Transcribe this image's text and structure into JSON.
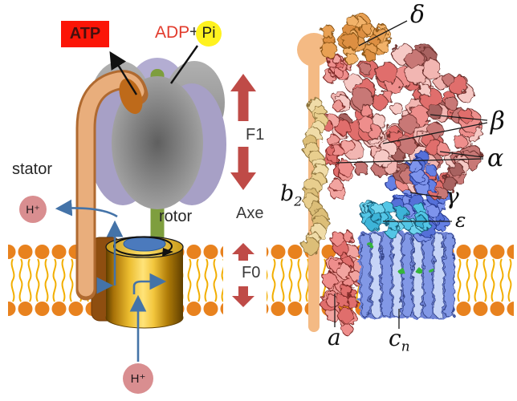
{
  "left_panel": {
    "atp_label": "ATP",
    "adp_label": "ADP",
    "plus_label": "+",
    "pi_label": "Pi",
    "stator_label": "stator",
    "rotor_label": "rotor",
    "proton_top": "H⁺",
    "proton_bottom": "H⁺"
  },
  "middle": {
    "f1_label": "F1",
    "axe_label": "Axe",
    "f0_label": "F0"
  },
  "right_panel": {
    "delta_label": "δ",
    "beta_label": "β",
    "alpha_label": "α",
    "gamma_label": "γ",
    "epsilon_label": "ε",
    "b_base": "b",
    "b_sub": "2",
    "a_label": "a",
    "c_base": "c",
    "c_sub": "n"
  },
  "colors": {
    "atp_box": "#FB1507",
    "atp_text": "#47100E",
    "adp_text": "#E23B2C",
    "pi_circle": "#FFF21F",
    "double_arrow_red": "#BF4B47",
    "proton_badge": "#D98E90",
    "proton_arrow_blue": "#4473A8",
    "membrane_head": "#E8821E",
    "membrane_tail": "#F2AE00",
    "stator_tan": "#E9AE7C",
    "stator_dark": "#BE6A1A",
    "stalk_green": "#7E9E3E",
    "petal_purple": "#A7A0C6",
    "rotor_top_blue": "#4B7ABD",
    "mol_salmon": "#EE8E8C",
    "mol_pink": "#F2B6B2",
    "mol_darkred": "#A86260",
    "mol_orange": "#F2B269",
    "mol_wheat": "#F0DCA8",
    "mol_blue": "#6580E4",
    "mol_cyan": "#52C6E6",
    "mol_lightblue": "#C6D4F7",
    "mol_green_dot": "#35B53A",
    "lollipop_orange": "#F4BA84"
  }
}
